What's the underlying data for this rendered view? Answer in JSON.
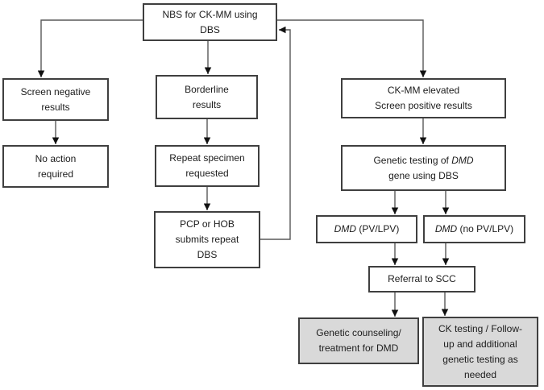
{
  "flowchart": {
    "nbs": {
      "lines": [
        "NBS for CK-MM using",
        "DBS"
      ]
    },
    "screen_negative": {
      "lines": [
        "Screen negative",
        "results"
      ]
    },
    "no_action": {
      "lines": [
        "No action",
        "required"
      ]
    },
    "borderline": {
      "lines": [
        "Borderline",
        "results"
      ]
    },
    "repeat_specimen": {
      "lines": [
        "Repeat specimen",
        "requested"
      ]
    },
    "pcp_hob": {
      "lines": [
        "PCP or HOB",
        "submits repeat",
        "DBS"
      ]
    },
    "ckmm_elevated": {
      "lines": [
        "CK-MM elevated",
        "Screen positive results"
      ]
    },
    "genetic_testing": {
      "line1_prefix": "Genetic testing of ",
      "gene": "DMD",
      "line2": "gene using DBS"
    },
    "dmd_pv": {
      "gene": "DMD",
      "suffix": " (PV/LPV)"
    },
    "dmd_no_pv": {
      "gene": "DMD",
      "suffix": " (no PV/LPV)"
    },
    "referral_scc": {
      "label": "Referral to SCC"
    },
    "genetic_counseling": {
      "lines": [
        "Genetic counseling/",
        "treatment for DMD"
      ]
    },
    "ck_testing_followup": {
      "lines": [
        "CK testing / Follow-",
        "up and additional",
        "genetic testing as",
        "needed"
      ]
    }
  },
  "colors": {
    "box_fill": "#ffffff",
    "shaded_box_fill": "#d9d9d9",
    "box_border": "#3f3f3f",
    "connector_line": "#595959",
    "arrowhead": "#111111",
    "text": "#1c1c1c",
    "background": "#ffffff"
  }
}
